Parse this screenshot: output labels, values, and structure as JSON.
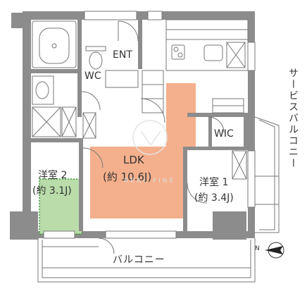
{
  "labels": {
    "ldk_name": "LDK",
    "ldk_size": "(約 10.6J)",
    "western1_name": "洋室 1",
    "western1_size": "(約 3.4J)",
    "western2_name": "洋室 2",
    "western2_size": "(約 3.1J)",
    "wc": "WC",
    "ent": "ENT",
    "wic": "WIC",
    "balcony": "バルコニー",
    "service_balcony": "サービスバルコニー",
    "compass": "N",
    "watermark": "REAL FINE"
  },
  "colors": {
    "wall": "#8c8c8c",
    "ldk_fill": "#f4b08c",
    "room2_fill": "#b9dcaa",
    "room2_border": "#3a9a3a",
    "line": "#777777"
  }
}
